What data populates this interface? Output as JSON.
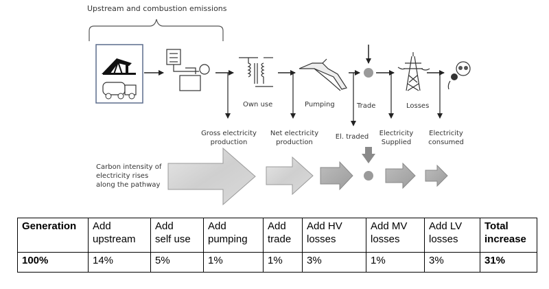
{
  "diagram": {
    "top_label": "Upstream and combustion emissions",
    "stage_labels": [
      "Own use",
      "Pumping",
      "Trade",
      "Losses"
    ],
    "output_labels": [
      [
        "Gross electricity",
        "production"
      ],
      [
        "Net electricity",
        "production"
      ],
      [
        "El. traded"
      ],
      [
        "Electricity",
        "Supplied"
      ],
      [
        "Electricity",
        "consumed"
      ]
    ],
    "side_label": [
      "Carbon intensity of",
      "electricity rises",
      "along the pathway"
    ],
    "icons": [
      "oil-pump-and-tanker-icon",
      "power-plant-icon",
      "transformer-icon",
      "pumped-storage-dam-icon",
      "trade-node-icon",
      "transmission-pylon-icon",
      "consumer-plug-icon"
    ],
    "colors": {
      "arrow_fill": "#c8c8c8",
      "arrow_stroke": "#8a8a8a",
      "line": "#333333",
      "node": "#9a9a9a"
    }
  },
  "table": {
    "headers": [
      [
        "Generation"
      ],
      [
        "Add",
        "upstream"
      ],
      [
        "Add",
        "self use"
      ],
      [
        "Add",
        "pumping"
      ],
      [
        "Add",
        "trade"
      ],
      [
        "Add HV",
        "losses"
      ],
      [
        "Add MV",
        "losses"
      ],
      [
        "Add LV",
        "losses"
      ],
      [
        "Total",
        "increase"
      ]
    ],
    "values": [
      "100%",
      "14%",
      "5%",
      "1%",
      "1%",
      "3%",
      "1%",
      "3%",
      "31%"
    ],
    "bold_columns": [
      0,
      8
    ]
  }
}
